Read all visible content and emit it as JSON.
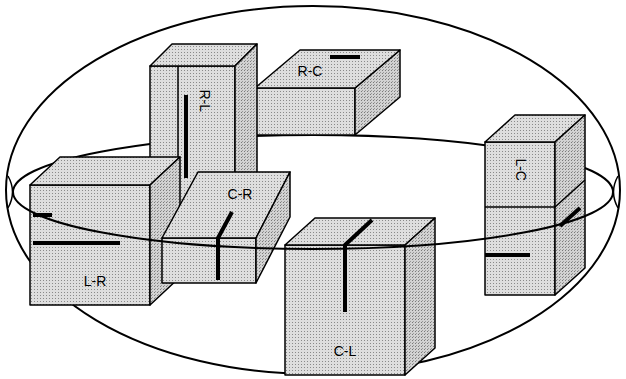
{
  "diagram": {
    "nodes": [
      {
        "text": [
          "R-L"
        ]
      },
      {
        "text": [
          "R-C"
        ]
      },
      {
        "text": [
          "C-R"
        ]
      },
      {
        "text": [
          "L-C"
        ]
      },
      {
        "text": [
          "L-R"
        ]
      },
      {
        "text": [
          "C-L"
        ]
      }
    ]
  }
}
